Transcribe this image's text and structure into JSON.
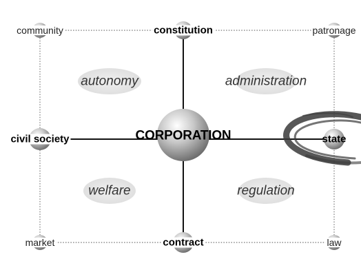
{
  "diagram": {
    "center": "CORPORATION",
    "axis_nodes": {
      "top": "constitution",
      "bottom": "contract",
      "left": "civil society",
      "right": "state"
    },
    "corners": {
      "top_left": "community",
      "top_right": "patronage",
      "bottom_left": "market",
      "bottom_right": "law"
    },
    "quadrants": {
      "top_left": "autonomy",
      "top_right": "administration",
      "bottom_left": "welfare",
      "bottom_right": "regulation"
    }
  }
}
